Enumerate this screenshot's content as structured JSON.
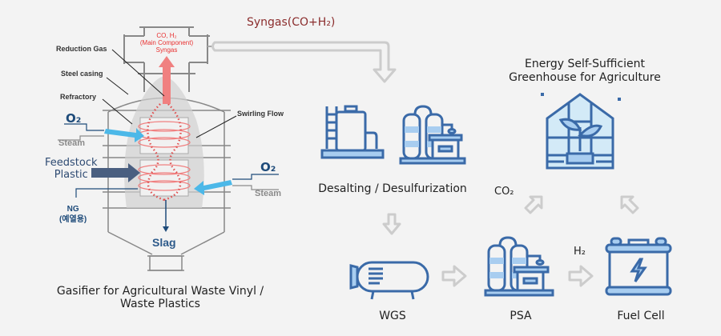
{
  "colors": {
    "background": "#f3f3f3",
    "icon_stroke": "#3a6aa8",
    "icon_fill": "#a8cdf0",
    "icon_fill_light": "#d3eaf7",
    "arrow_gray": "#cccccc",
    "syngas_red": "#8b2d2d",
    "o2_blue": "#1e4b7a",
    "steam_gray": "#8a8a8a",
    "flow_red": "#f07070"
  },
  "gasifier": {
    "caption_line1": "Gasifier for Agricultural Waste Vinyl /",
    "caption_line2": "Waste Plastics",
    "top_label_line1": "CO, H₂",
    "top_label_line2": "(Main Component)",
    "top_label_line3": "Syngas",
    "labels": {
      "reduction_gas": "Reduction Gas",
      "steel_casing": "Steel casing",
      "refractory": "Refractory",
      "swirling_flow": "Swirling Flow",
      "o2_left": "O₂",
      "steam_left": "Steam",
      "feedstock_line1": "Feedstock",
      "feedstock_line2": "Plastic",
      "o2_right": "O₂",
      "steam_right": "Steam",
      "ng_line1": "NG",
      "ng_line2": "(예열용)",
      "slag": "Slag"
    }
  },
  "syngas_label": "Syngas(CO+H₂)",
  "steps": {
    "desalting": "Desalting / Desulfurization",
    "wgs": "WGS",
    "psa": "PSA",
    "fuel_cell": "Fuel Cell",
    "greenhouse_line1": "Energy Self-Sufficient",
    "greenhouse_line2": "Greenhouse for Agriculture"
  },
  "flow_labels": {
    "h2": "H₂",
    "co2": "CO₂"
  }
}
